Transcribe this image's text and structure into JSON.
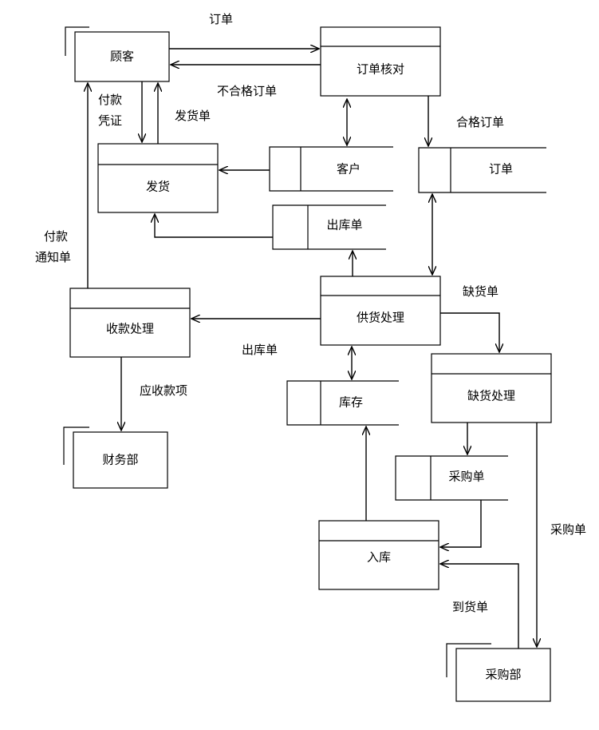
{
  "entities": {
    "customer": "顾客",
    "finance": "财务部",
    "purchasing_dept": "采购部"
  },
  "processes": {
    "order_check": "订单核对",
    "shipping": "发货",
    "payment": "收款处理",
    "supply": "供货处理",
    "shortage": "缺货处理",
    "stock_in": "入库"
  },
  "stores": {
    "customers": "客户",
    "orders": "订单",
    "outbound_slip_store": "出库单",
    "inventory": "库存",
    "purchase_order_store": "采购单"
  },
  "flows": {
    "order": "订单",
    "rejected_order": "不合格订单",
    "valid_order": "合格订单",
    "payment_voucher_1": "付款",
    "payment_voucher_2": "凭证",
    "shipping_slip": "发货单",
    "payment_notice_1": "付款",
    "payment_notice_2": "通知单",
    "outbound_slip": "出库单",
    "shortage_slip": "缺货单",
    "receivables": "应收款项",
    "purchase_order": "采购单",
    "arrival_slip": "到货单"
  }
}
